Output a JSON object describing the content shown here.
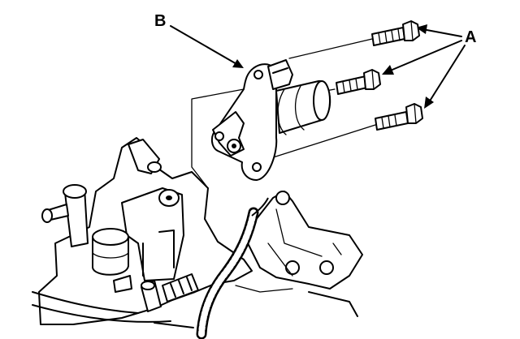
{
  "callouts": {
    "a": {
      "letter": "A",
      "meaning": "bolts"
    },
    "b": {
      "letter": "B",
      "meaning": "valve assembly"
    }
  },
  "colors": {
    "ink": "#000000",
    "paper": "#ffffff"
  }
}
